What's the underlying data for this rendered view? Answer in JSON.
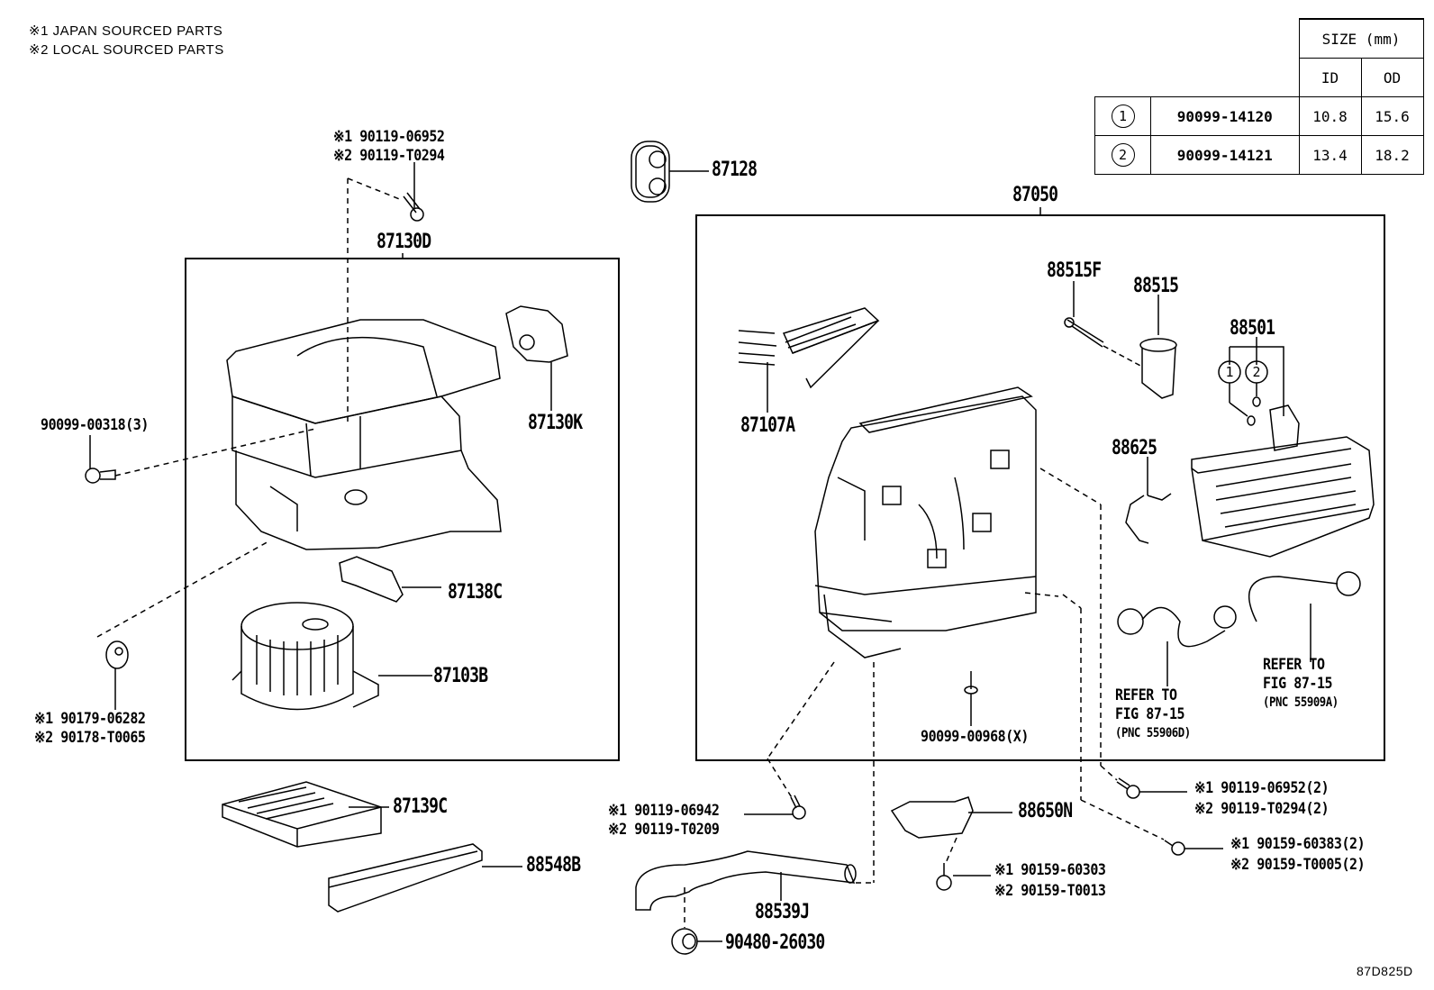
{
  "legend": [
    {
      "mark": "※1",
      "text": "JAPAN SOURCED PARTS"
    },
    {
      "mark": "※2",
      "text": "LOCAL SOURCED PARTS"
    }
  ],
  "size_table": {
    "header": "SIZE (mm)",
    "col_id": "ID",
    "col_od": "OD",
    "rows": [
      {
        "ref": "1",
        "part": "90099-14120",
        "id": "10.8",
        "od": "15.6"
      },
      {
        "ref": "2",
        "part": "90099-14121",
        "id": "13.4",
        "od": "18.2"
      }
    ]
  },
  "parts": {
    "p87130D": "87130D",
    "p87130K": "87130K",
    "p87138C": "87138C",
    "p87103B": "87103B",
    "p87139C": "87139C",
    "p88548B": "88548B",
    "p87128": "87128",
    "p87050": "87050",
    "p88515F": "88515F",
    "p88515": "88515",
    "p88501": "88501",
    "p87107A": "87107A",
    "p88625": "88625",
    "p88650N": "88650N",
    "p88539J": "88539J",
    "p90480": "90480-26030",
    "p90099_00318": "90099-00318(3)",
    "p90099_00968": "90099-00968(X)"
  },
  "dual_parts": {
    "top_bolt": {
      "l1": "※1 90119-06952",
      "l2": "※2 90119-T0294"
    },
    "clip_left": {
      "l1": "※1 90179-06282",
      "l2": "※2 90178-T0065"
    },
    "bolt_hose": {
      "l1": "※1 90119-06942",
      "l2": "※2 90119-T0209"
    },
    "screw_88650": {
      "l1": "※1 90159-60303",
      "l2": "※2 90159-T0013"
    },
    "bolt_right": {
      "l1": "※1 90119-06952(2)",
      "l2": "※2 90119-T0294(2)"
    },
    "screw_right": {
      "l1": "※1 90159-60383(2)",
      "l2": "※2 90159-T0005(2)"
    }
  },
  "refs": {
    "left": {
      "l1": "REFER TO",
      "l2": "FIG 87-15",
      "l3": "(PNC 55906D)"
    },
    "right": {
      "l1": "REFER TO",
      "l2": "FIG 87-15",
      "l3": "(PNC 55909A)"
    }
  },
  "callouts": {
    "c1": "1",
    "c2": "2"
  },
  "figure_id": "87D825D"
}
